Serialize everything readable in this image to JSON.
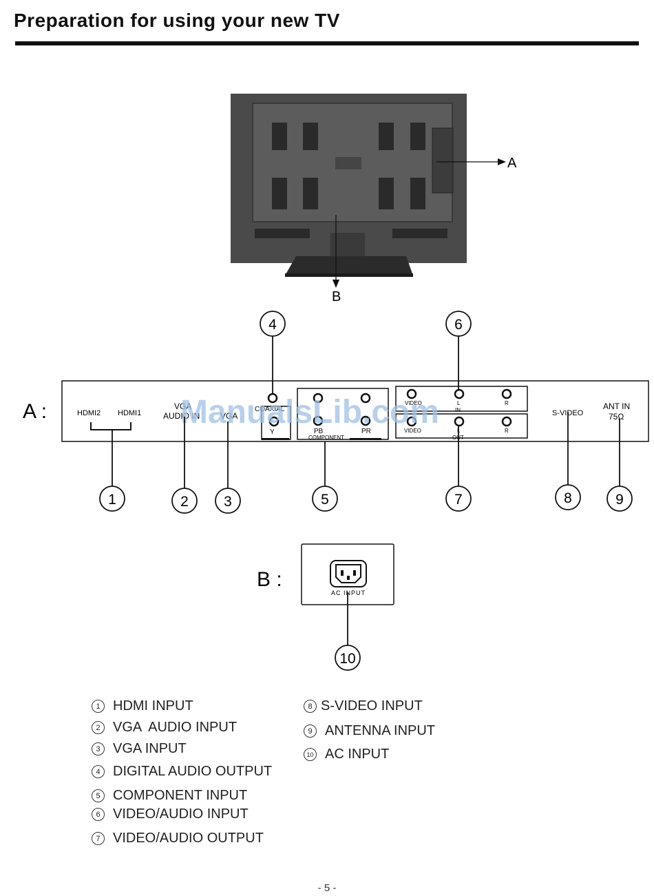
{
  "page_title": "Preparation for using your new TV",
  "rear_view": {
    "label_a": "A",
    "label_b": "B"
  },
  "panel_a": {
    "prefix": "A :",
    "hdmi2": "HDMI2",
    "hdmi1": "HDMI1",
    "vga_audio_line1": "VGA",
    "vga_audio_line2": "AUDIO IN",
    "vga": "VGA",
    "coaxial": "COAXIAL",
    "y": "Y",
    "pb": "PB",
    "pr": "PR",
    "component": "COMPONENT",
    "in_video": "VIDEO",
    "in_l": "L",
    "in_r": "R",
    "in": "IN",
    "out_video": "VIDEO",
    "out_l": "L",
    "out_r": "R",
    "out": "OUT",
    "svideo": "S-VIDEO",
    "ant_line1": "ANT IN",
    "ant_line2": "75Ω",
    "watermark": "ManualsLib.com"
  },
  "panel_b": {
    "prefix": "B :",
    "ac_input": "AC INPUT"
  },
  "callouts": [
    "1",
    "2",
    "3",
    "4",
    "5",
    "6",
    "7",
    "8",
    "9",
    "10"
  ],
  "legend": [
    {
      "num": "1",
      "label": "HDMI INPUT"
    },
    {
      "num": "2",
      "label": "VGA  AUDIO INPUT"
    },
    {
      "num": "3",
      "label": "VGA INPUT"
    },
    {
      "num": "4",
      "label": "DIGITAL AUDIO OUTPUT"
    },
    {
      "num": "5",
      "label": "COMPONENT INPUT"
    },
    {
      "num": "6",
      "label": "VIDEO/AUDIO INPUT"
    },
    {
      "num": "7",
      "label": "VIDEO/AUDIO OUTPUT"
    },
    {
      "num": "8",
      "label": "S-VIDEO INPUT"
    },
    {
      "num": "9",
      "label": "ANTENNA INPUT"
    },
    {
      "num": "10",
      "label": "AC INPUT"
    }
  ],
  "page_number": "- 5 -"
}
